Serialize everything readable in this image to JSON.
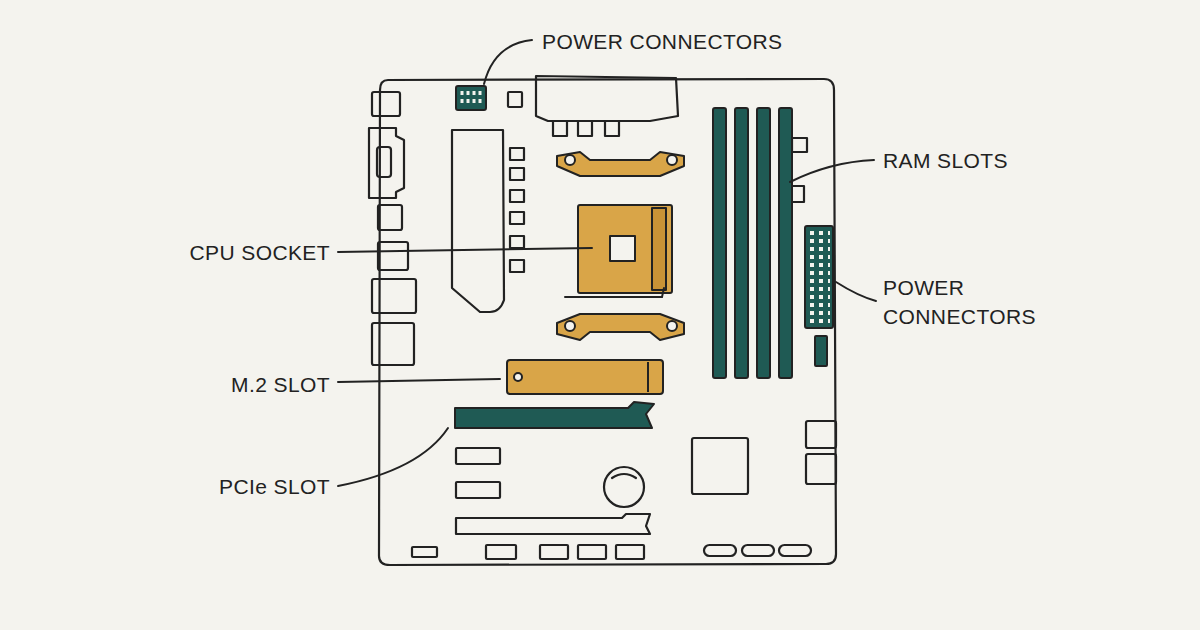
{
  "diagram": {
    "labels": [
      "POWER CONNECTORS",
      "RAM SLOTS",
      "CPU SOCKET",
      "POWER CONNECTORS",
      "M.2 SLOT",
      "PCIe SLOT"
    ]
  }
}
